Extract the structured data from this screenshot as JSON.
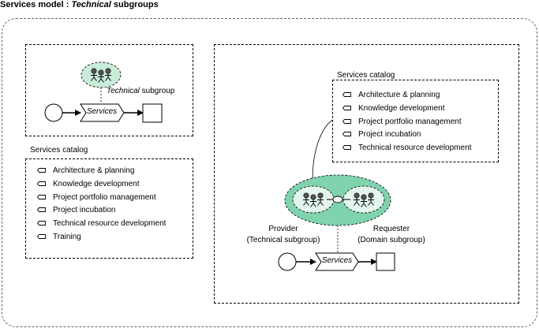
{
  "title": {
    "prefix": "Services model : ",
    "emphasis": "Technical",
    "suffix": " subgroups"
  },
  "left_panel": {
    "subgroup_label_emphasis": "Technical",
    "subgroup_label_suffix": " subgroup",
    "process_label": "Services",
    "catalog": {
      "title": "Services catalog",
      "items": [
        {
          "label": "Architecture & planning"
        },
        {
          "label": "Knowledge development"
        },
        {
          "label": "Project portfolio management"
        },
        {
          "label": "Project incubation"
        },
        {
          "label": "Technical resource development"
        },
        {
          "label": "Training"
        }
      ]
    }
  },
  "right_panel": {
    "catalog": {
      "title": "Services catalog",
      "items": [
        {
          "label": "Architecture & planning"
        },
        {
          "label": "Knowledge development"
        },
        {
          "label": "Project portfolio management"
        },
        {
          "label": "Project incubation"
        },
        {
          "label": "Technical resource development"
        }
      ]
    },
    "provider": {
      "line1": "Provider",
      "line2": "(Technical subgroup)"
    },
    "requester": {
      "line1": "Requester",
      "line2": "(Domain subgroup)"
    },
    "process_label": "Services"
  },
  "colors": {
    "group_fill": "#7fd3ad",
    "light_group_fill": "#c9ecd9",
    "stroke": "#000000"
  }
}
